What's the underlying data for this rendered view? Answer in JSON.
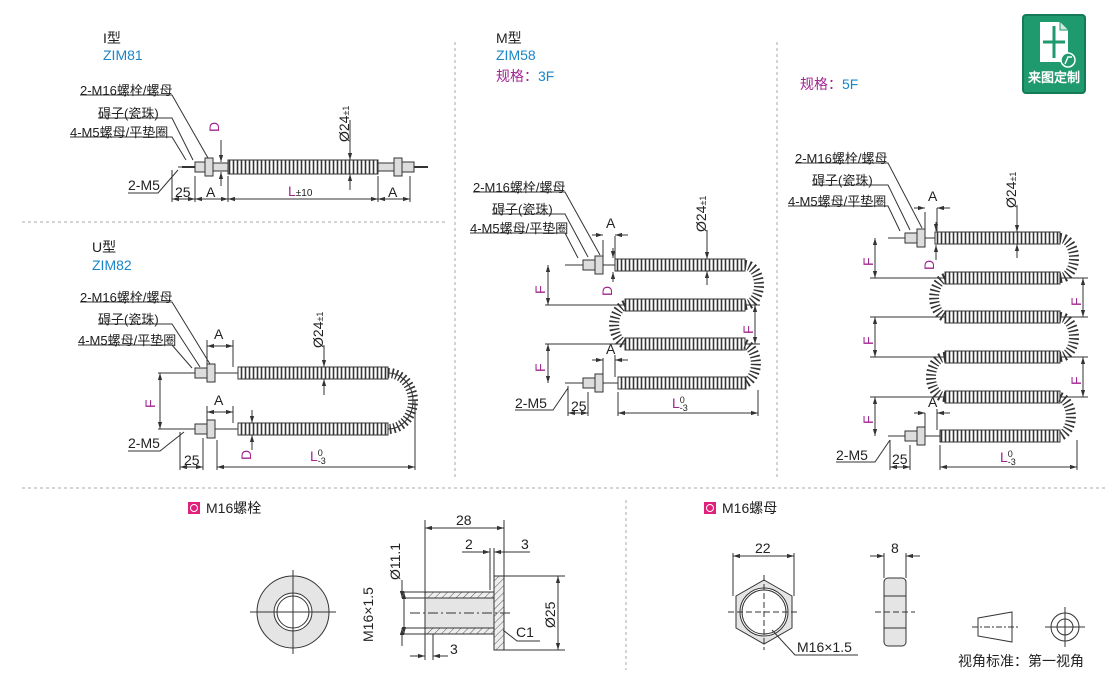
{
  "types": {
    "i": {
      "type_label": "I型",
      "model": "ZIM81"
    },
    "u": {
      "type_label": "U型",
      "model": "ZIM82"
    },
    "m": {
      "type_label": "M型",
      "model": "ZIM58",
      "spec_label": "规格：",
      "spec_value": "3F"
    },
    "m5": {
      "spec_label": "规格：",
      "spec_value": "5F"
    }
  },
  "callouts": {
    "bolt_nut": "2-M16螺栓/螺母",
    "ceramic": "碍子(瓷珠)",
    "m5_nut": "4-M5螺母/平垫圈",
    "m5_terminal": "2-M5"
  },
  "dims": {
    "d25": "25",
    "a": "A",
    "d": "D",
    "f": "F",
    "l": "L",
    "l_tol_i": "±10",
    "l_tol_upper": "0",
    "l_tol_lower": "-3",
    "dia": "Ø24",
    "dia_tol": "±1"
  },
  "badge": {
    "label": "来图定制",
    "color": "#1e9a6e"
  },
  "bolt": {
    "title": "M16螺栓",
    "len": "28",
    "d2": "2",
    "d3": "3",
    "dia_inner": "Ø11.1",
    "thread": "M16×1.5",
    "dia_outer": "Ø25",
    "chamfer": "C1",
    "d3b": "3"
  },
  "nut": {
    "title": "M16螺母",
    "width": "22",
    "thick": "8",
    "thread": "M16×1.5"
  },
  "projection": {
    "label": "视角标准：第一视角"
  },
  "colors": {
    "accent_blue": "#1a86c8",
    "accent_purple": "#a0258f",
    "section_marker": "#e0207a"
  }
}
